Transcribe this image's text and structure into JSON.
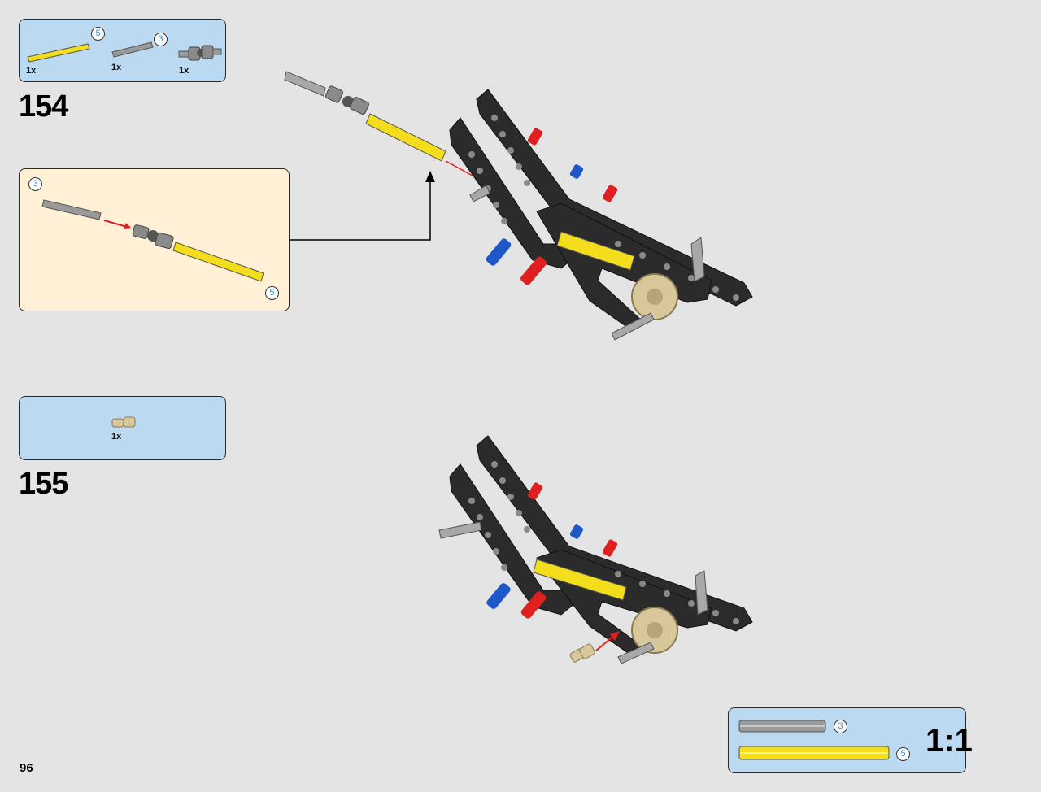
{
  "page": {
    "number": "96"
  },
  "colors": {
    "parts_panel": "#bcd9f2",
    "subassembly_panel": "#fff0d6",
    "background": "#e4e4e4",
    "beam": "#2b2b2b",
    "axle_yellow": "#f4dd1c",
    "axle_grey": "#9a9a9a",
    "pin_red": "#e02020",
    "pin_blue": "#1e58c8",
    "gear_tan": "#d8c79a",
    "arrow_red": "#e02020"
  },
  "steps": [
    {
      "number": "154",
      "parts": [
        {
          "icon": "yellow-axle-icon",
          "qty": "1x",
          "length": "5"
        },
        {
          "icon": "grey-axle-icon",
          "qty": "1x",
          "length": "3"
        },
        {
          "icon": "universal-joint-icon",
          "qty": "1x"
        }
      ],
      "subassembly": {
        "axle_lengths": [
          "3",
          "5"
        ]
      }
    },
    {
      "number": "155",
      "parts": [
        {
          "icon": "tan-axle-pin-icon",
          "qty": "1x"
        }
      ]
    }
  ],
  "scale_guide": {
    "ratio": "1:1",
    "items": [
      {
        "icon": "grey-axle-icon",
        "length": "3"
      },
      {
        "icon": "yellow-axle-icon",
        "length": "5"
      }
    ]
  }
}
